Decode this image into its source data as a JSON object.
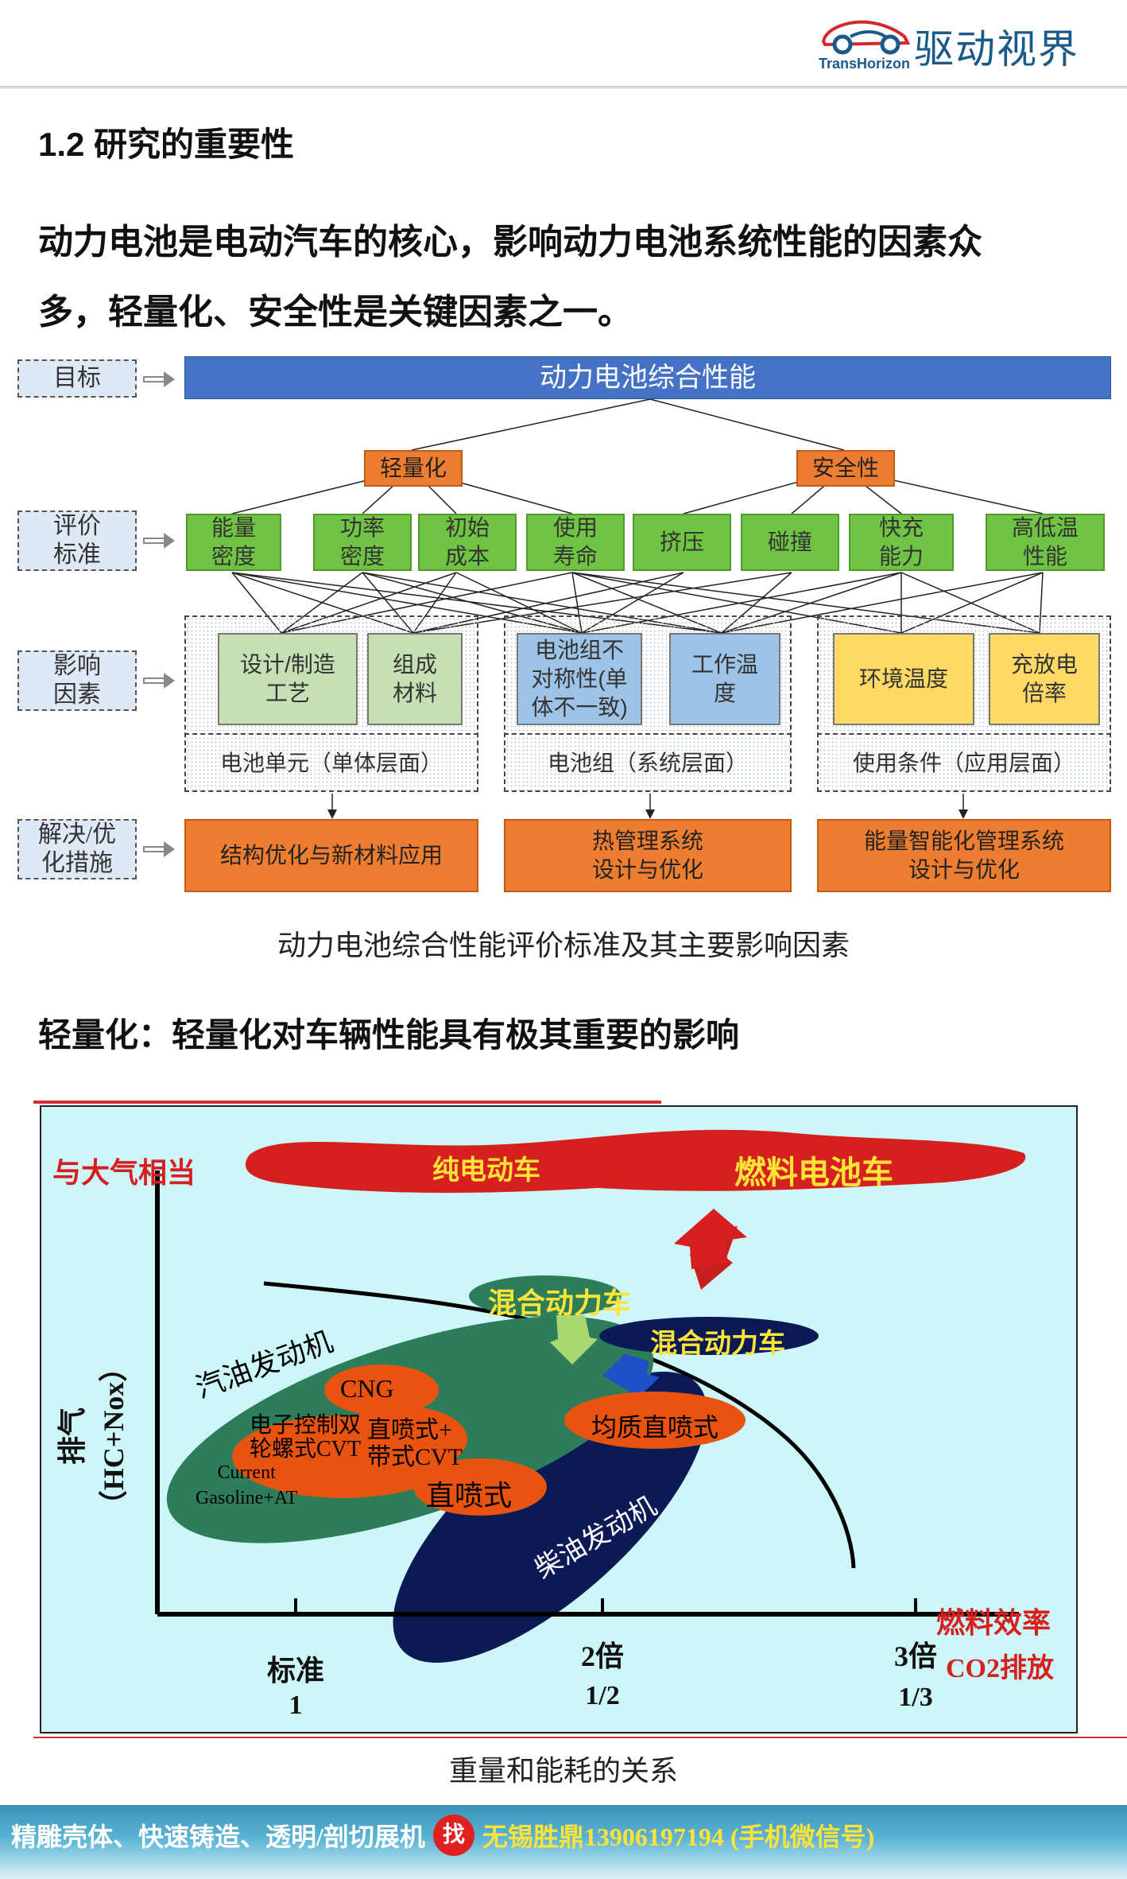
{
  "header": {
    "logo_brand": "驱动视界",
    "logo_sub": "TransHorizon"
  },
  "section_title": "1.2 研究的重要性",
  "paragraph": {
    "line1": "动力电池是电动汽车的核心，影响动力电池系统性能的因素众",
    "line2": "多，轻量化、安全性是关键因素之一。"
  },
  "diagram": {
    "levels": [
      "目标",
      "评价\n标准",
      "影响\n因素",
      "解决/优\n化措施"
    ],
    "goal": "动力电池综合性能",
    "categories": [
      "轻量化",
      "安全性"
    ],
    "criteria": [
      "能量\n密度",
      "功率\n密度",
      "初始\n成本",
      "使用\n寿命",
      "挤压",
      "碰撞",
      "快充\n能力",
      "高低温\n性能"
    ],
    "factors": [
      "设计/制造\n工艺",
      "组成\n材料",
      "电池组不\n对称性(单\n体不一致)",
      "工作温\n度",
      "环境温度",
      "充放电\n倍率"
    ],
    "groups": [
      "电池单元（单体层面）",
      "电池组（系统层面）",
      "使用条件（应用层面）"
    ],
    "solutions": [
      "结构优化与新材料应用",
      "热管理系统\n设计与优化",
      "能量智能化管理系统\n设计与优化"
    ]
  },
  "caption1": "动力电池综合性能评价标准及其主要影响因素",
  "sub_heading": "轻量化：轻量化对车辆性能具有极其重要的影响",
  "chart": {
    "y_top_label": "与大气相当",
    "y_axis_label": "排气（HC+Nox）",
    "x_right_label_top": "燃料效率",
    "x_right_label_bottom": "CO2排放",
    "x_ticks_top": [
      "标准",
      "2倍",
      "3倍"
    ],
    "x_ticks_bottom": [
      "1",
      "1/2",
      "1/3"
    ],
    "ev": "纯电动车",
    "fcv": "燃料电池车",
    "hybrid1": "混合动力车",
    "hybrid2": "混合动力车",
    "gasoline": "汽油发动机",
    "diesel": "柴油发动机",
    "cng": "CNG",
    "cvt": "电子控制双\n轮螺式CVT",
    "current": "Current\nGasoline+AT",
    "di_cvt": "直喷式+\n带式CVT",
    "di": "直喷式",
    "hcci": "均质直喷式",
    "colors": {
      "red": "#d62020",
      "green": "#2e7d5a",
      "navy": "#0b1a55",
      "orange": "#e8530f",
      "yellow": "#ffe438"
    }
  },
  "caption2": "重量和能耗的关系",
  "footer": {
    "services": "精雕壳体、快速铸造、透明/剖切展机",
    "find": "找",
    "contact": "无锡胜鼎13906197194 (手机微信号)"
  }
}
